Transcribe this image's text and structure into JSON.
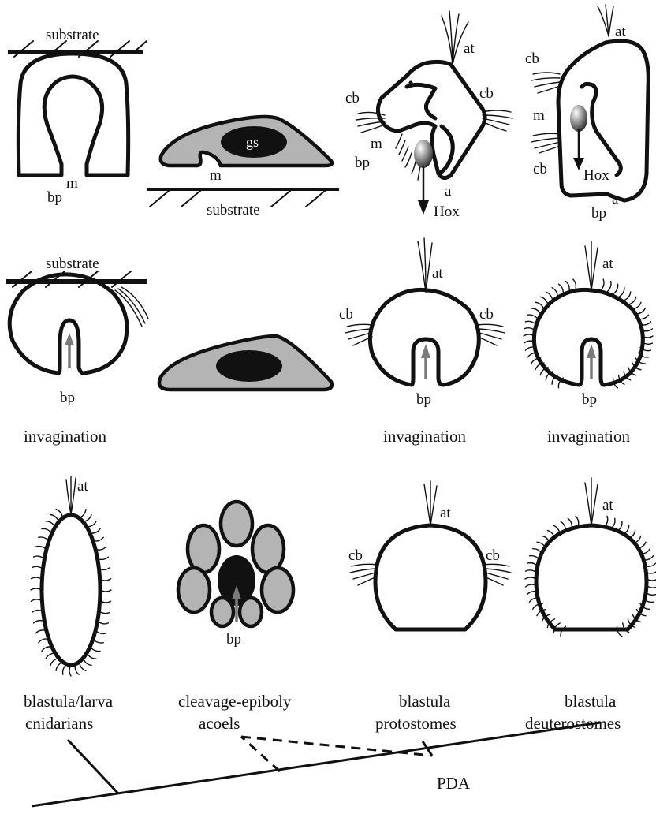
{
  "figure": {
    "row1": {
      "cnidarian_substrate": "substrate",
      "cnidarian_m": "m",
      "cnidarian_bp": "bp",
      "acoel_gs": "gs",
      "acoel_m": "m",
      "acoel_substrate": "substrate",
      "proto_at": "at",
      "proto_cb_left": "cb",
      "proto_cb_right": "cb",
      "proto_m": "m",
      "proto_bp": "bp",
      "proto_a": "a",
      "proto_hox": "Hox",
      "deut_at": "at",
      "deut_cb_top": "cb",
      "deut_m": "m",
      "deut_cb_bottom": "cb",
      "deut_hox": "Hox",
      "deut_bp": "bp",
      "deut_a": "a"
    },
    "row2": {
      "cnidarian_substrate": "substrate",
      "cnidarian_bp": "bp",
      "cnidarian_caption": "invagination",
      "proto_at": "at",
      "proto_cb_left": "cb",
      "proto_cb_right": "cb",
      "proto_bp": "bp",
      "proto_caption": "invagination",
      "deut_at": "at",
      "deut_bp": "bp",
      "deut_caption": "invagination"
    },
    "row3": {
      "cnidarian_at": "at",
      "cnidarian_caption": "blastula/larva",
      "acoel_bp": "bp",
      "acoel_caption": "cleavage-epiboly",
      "proto_at": "at",
      "proto_cb_left": "cb",
      "proto_cb_right": "cb",
      "proto_caption": "blastula",
      "deut_at": "at",
      "deut_caption": "blastula"
    },
    "tree": {
      "taxa": [
        "cnidarians",
        "acoels",
        "protostomes",
        "deuterostomes"
      ],
      "node_label": "PDA"
    }
  },
  "colors": {
    "ink": "#111111",
    "cell_grey": "#b4b4b4",
    "arrow_grey": "#7a7a7a",
    "background": "#ffffff"
  }
}
